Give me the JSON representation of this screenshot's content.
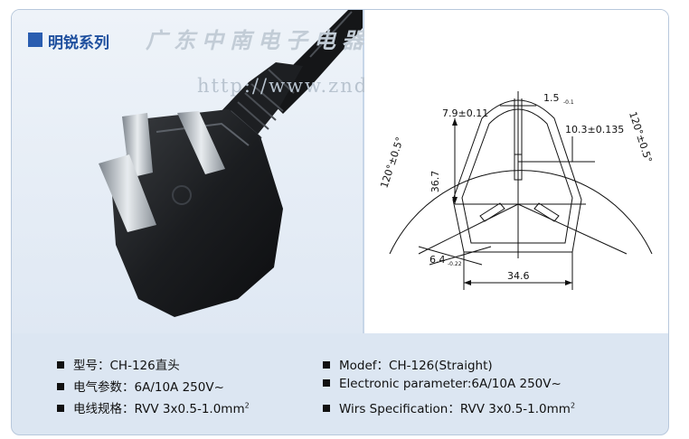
{
  "header": {
    "series_title": "明锐系列",
    "company_watermark": "广东中南电子电器有限公司",
    "url_watermark": "http://www.zndz.cc"
  },
  "drawing": {
    "angle_left": "120°±0.5°",
    "angle_right": "120°±0.5°",
    "dim_top_left": "7.9±0.11",
    "dim_pin_width": "1.5",
    "dim_pin_width_tol": "-0.1",
    "dim_right": "10.3±0.135",
    "dim_height": "36.7",
    "dim_bottom_pin": "6.4",
    "dim_bottom_pin_tol": "-0.22",
    "dim_width": "34.6"
  },
  "specs": {
    "model_cn": "型号：CH-126直头",
    "electric_cn": "电气参数：6A/10A 250V~",
    "wire_cn": "电线规格：RVV 3x0.5-1.0mm",
    "wire_cn_sup": "2",
    "model_en": "Modef：CH-126(Straight)",
    "electric_en": "Electronic parameter:6A/10A 250V~",
    "wire_en": "Wirs Specification：RVV 3x0.5-1.0mm",
    "wire_en_sup": "2"
  }
}
